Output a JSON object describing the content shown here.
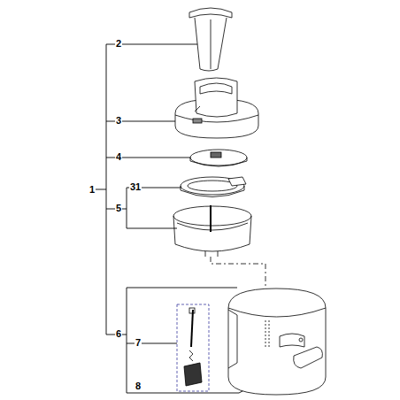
{
  "diagram": {
    "labels": [
      "2",
      "3",
      "4",
      "1",
      "31",
      "5",
      "6",
      "7",
      "8"
    ]
  }
}
